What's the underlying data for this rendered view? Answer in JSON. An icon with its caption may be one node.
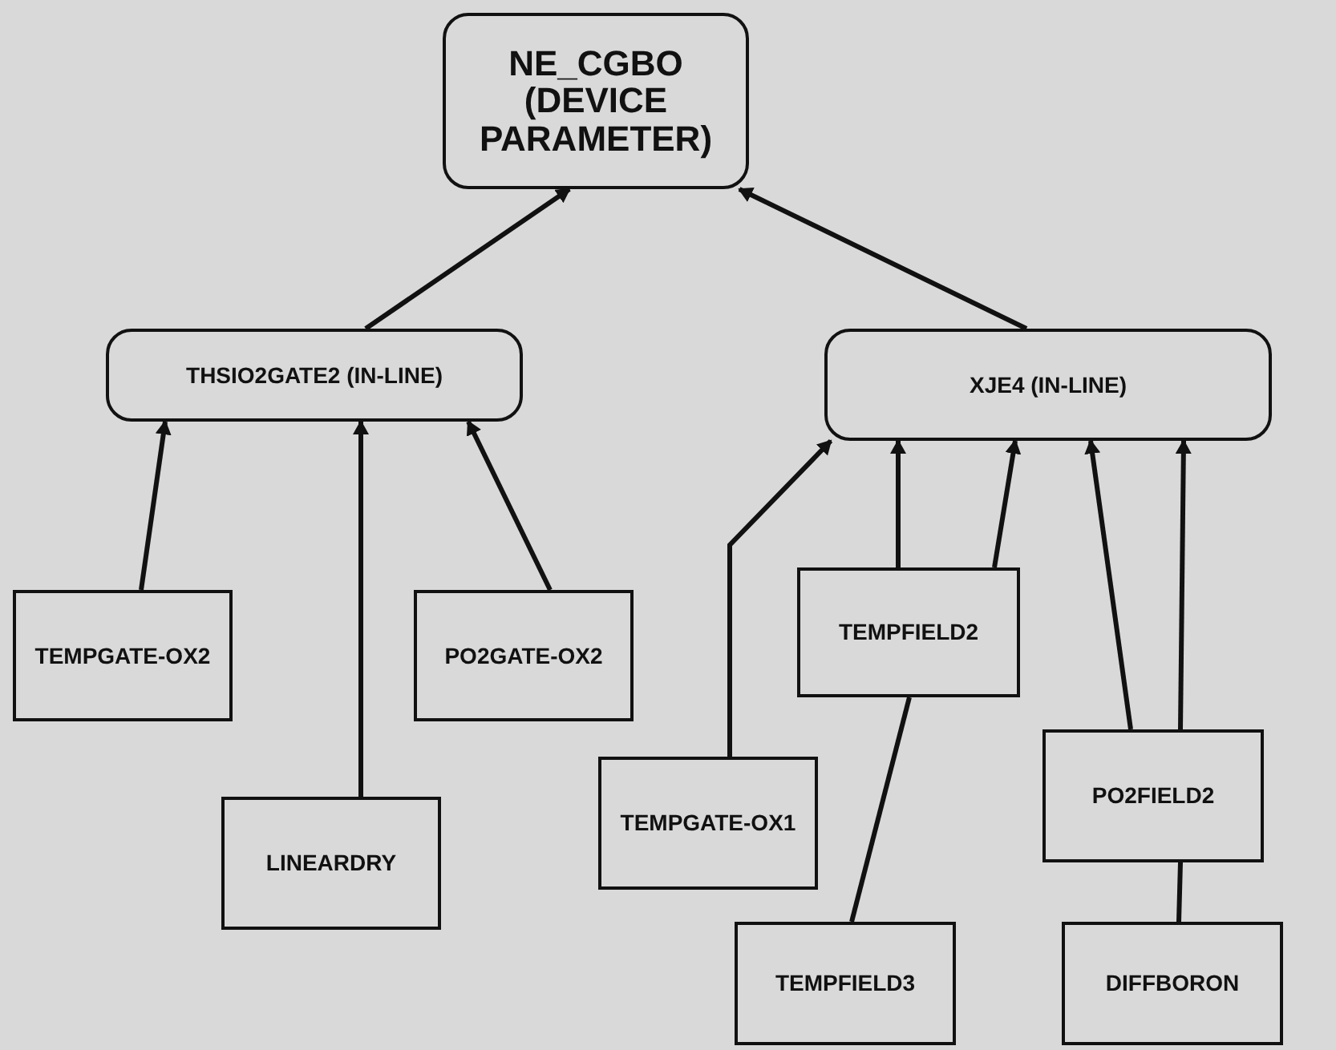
{
  "diagram": {
    "nodes": [
      {
        "text": [
          "NE_CGBO (DEVICE PARAMETER)"
        ]
      },
      {
        "text": [
          "THSIO2GATE2 (IN-LINE)"
        ]
      },
      {
        "text": [
          "XJE4 (IN-LINE)"
        ]
      },
      {
        "text": [
          "TEMPGATE-OX2"
        ]
      },
      {
        "text": [
          "PO2GATE-OX2"
        ]
      },
      {
        "text": [
          "LINEARDRY"
        ]
      },
      {
        "text": [
          "TEMPFIELD2"
        ]
      },
      {
        "text": [
          "TEMPGATE-OX1"
        ]
      },
      {
        "text": [
          "PO2FIELD2"
        ]
      },
      {
        "text": [
          "TEMPFIELD3"
        ]
      },
      {
        "text": [
          "DIFFBORON"
        ]
      }
    ],
    "edges": [
      {
        "from": 1,
        "to": 0,
        "arrow": "to"
      },
      {
        "from": 2,
        "to": 0,
        "arrow": "to"
      },
      {
        "from": 3,
        "to": 1,
        "arrow": "to"
      },
      {
        "from": 5,
        "to": 1,
        "arrow": "to"
      },
      {
        "from": 4,
        "to": 1,
        "arrow": "to"
      },
      {
        "from": 7,
        "to": 2,
        "arrow": "to"
      },
      {
        "from": 6,
        "to": 2,
        "arrow": "to"
      },
      {
        "from": 6,
        "to": 2,
        "arrow": "to"
      },
      {
        "from": 9,
        "to": 6,
        "arrow": "none"
      },
      {
        "from": 8,
        "to": 2,
        "arrow": "to"
      },
      {
        "from": 8,
        "to": 2,
        "arrow": "to"
      },
      {
        "from": 10,
        "to": 8,
        "arrow": "none"
      }
    ]
  }
}
